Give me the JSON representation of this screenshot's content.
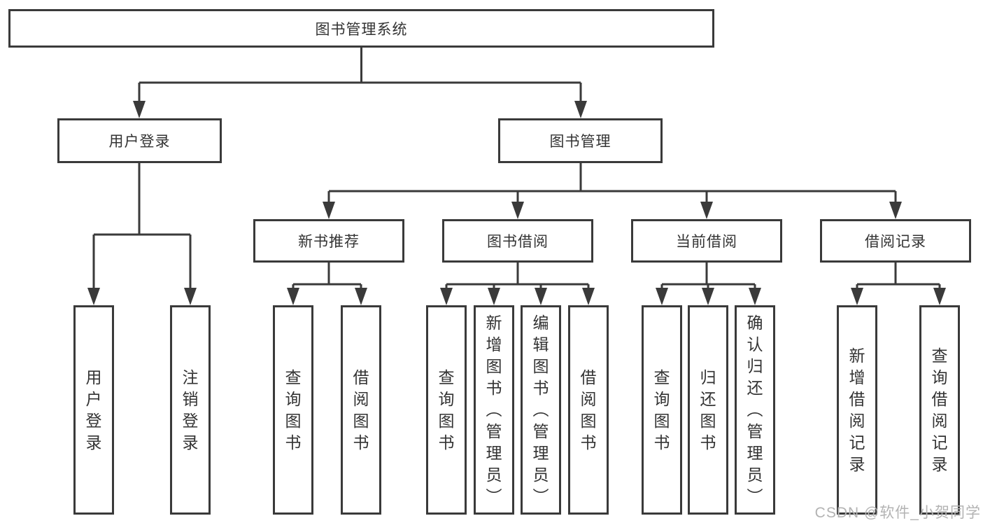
{
  "diagram": {
    "root": {
      "label": "图书管理系统"
    },
    "level2": [
      {
        "id": "user-login",
        "label": "用户登录"
      },
      {
        "id": "book-management",
        "label": "图书管理"
      }
    ],
    "level3": [
      {
        "id": "new-book-recommend",
        "label": "新书推荐"
      },
      {
        "id": "book-borrow",
        "label": "图书借阅"
      },
      {
        "id": "current-borrow",
        "label": "当前借阅"
      },
      {
        "id": "borrow-records",
        "label": "借阅记录"
      }
    ],
    "leaves": [
      {
        "id": "user-login-leaf",
        "label": "用户登录"
      },
      {
        "id": "logout",
        "label": "注销登录"
      },
      {
        "id": "query-books-recommend",
        "label": "查询图书"
      },
      {
        "id": "borrow-books-recommend",
        "label": "借阅图书"
      },
      {
        "id": "query-books-borrow",
        "label": "查询图书"
      },
      {
        "id": "add-book-admin",
        "label": "新增图书（管理员）"
      },
      {
        "id": "edit-book-admin",
        "label": "编辑图书（管理员）"
      },
      {
        "id": "borrow-books-borrow",
        "label": "借阅图书"
      },
      {
        "id": "query-books-current",
        "label": "查询图书"
      },
      {
        "id": "return-books",
        "label": "归还图书"
      },
      {
        "id": "confirm-return-admin",
        "label": "确认归还（管理员）"
      },
      {
        "id": "add-borrow-record",
        "label": "新增借阅记录"
      },
      {
        "id": "query-borrow-record",
        "label": "查询借阅记录"
      }
    ]
  },
  "watermark": {
    "text": "CSDN @软件_小贺同学"
  },
  "colors": {
    "line": "#3a3a3a",
    "text": "#333333",
    "watermark": "#b3b3b3",
    "background": "#ffffff"
  }
}
